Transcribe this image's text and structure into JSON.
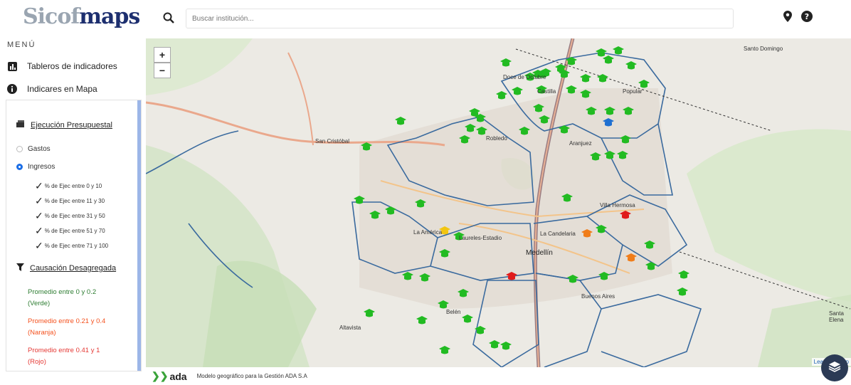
{
  "app": {
    "logo_part1": "Sicof",
    "logo_part2": "maps"
  },
  "menu": {
    "label": "MENÚ",
    "items": [
      {
        "label": "Tableros de indicadores",
        "icon": "bar-chart-icon"
      },
      {
        "label": "Indicares en Mapa",
        "icon": "info-icon"
      }
    ]
  },
  "panel": {
    "section1_title": "Ejecución Presupuestal",
    "radios": [
      {
        "label": "Gastos",
        "selected": false
      },
      {
        "label": "Ingresos",
        "selected": true
      }
    ],
    "checks": [
      "% de Ejec entre 0 y 10",
      "% de Ejec entre 11 y 30",
      "% de Ejec entre 31 y 50",
      "% de Ejec entre 51 y 70",
      "% de Ejec entre 71 y 100"
    ],
    "section2_title": "Causación Desagregada",
    "legend": [
      {
        "line1": "Promedio entre 0 y 0.2",
        "line2": "(Verde)",
        "color": "#2e7d32"
      },
      {
        "line1": "Promedio entre 0.21 y 0.4",
        "line2": "(Naranja)",
        "color": "#f4511e"
      },
      {
        "line1": "Promedio entre 0.41 y 1",
        "line2": "(Rojo)",
        "color": "#e53935"
      }
    ]
  },
  "search": {
    "placeholder": "Buscar institución..."
  },
  "map": {
    "zoom_in": "+",
    "zoom_out": "−",
    "attribution": "Leaflet | © Op",
    "places": [
      "San Cristóbal",
      "Robledo",
      "Aranjuez",
      "Doce de Octubre",
      "Castilla",
      "Popular",
      "Villa Hermosa",
      "La América",
      "Laureles-Estadio",
      "La Candelaria",
      "Medellín",
      "Belén",
      "Buenos Aires",
      "Altavista",
      "Santa Elena",
      "Santo Domingo"
    ],
    "colors": {
      "green": "#22bb22",
      "blue": "#1f6fd1",
      "yellow": "#f2c511",
      "orange": "#f07d1a",
      "red": "#e01b1b",
      "boundary": "#3a6a9e"
    }
  },
  "footer": {
    "logo": "ada",
    "text": "Modelo geográfico para la Gestión ADA S.A"
  }
}
